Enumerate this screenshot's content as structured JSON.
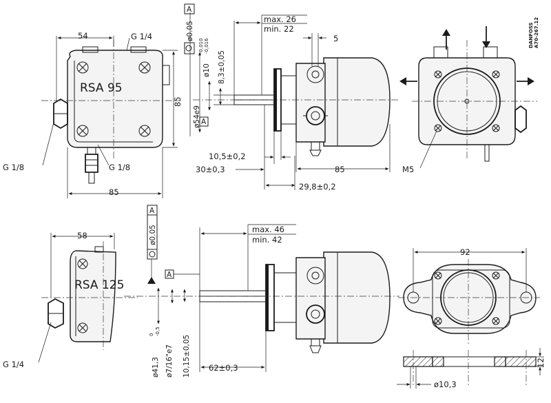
{
  "brand": {
    "name": "DANFOSS",
    "code": "A70-267.12"
  },
  "top_pump": {
    "model": "RSA  95",
    "dim_width_top": "54",
    "port_top": "G 1/4",
    "port_left": "G 1/8",
    "port_bottom": "G 1/8",
    "dim_height": "85",
    "dim_width_bottom": "85",
    "tol_frame": "ø0.05",
    "datum": "A",
    "shaft_dia": "ø54e9",
    "shaft_small_dia": "ø10",
    "shaft_small_tol_upper": "-0,010",
    "shaft_small_tol_lower": "-0,016",
    "key_dim": "8,3±0,05",
    "max_len": "max. 26",
    "min_len": "min. 22",
    "dim_5": "5",
    "dim_10_5": "10,5±0,2",
    "dim_30": "30±0,3",
    "dim_85_side": "85",
    "dim_29_8": "29,8±0,2",
    "thread_m5": "M5"
  },
  "bottom_pump": {
    "model": "RSA  125",
    "dim_width_top": "58",
    "port_left": "G 1/4",
    "tol_frame": "ø0.05",
    "datum": "A",
    "max_len": "max. 46",
    "min_len": "min. 42",
    "shaft_dia": "ø41,3",
    "shaft_dia_upper": "0",
    "shaft_dia_lower": "-0,5",
    "shaft_small_dia": "ø7/16\"e7",
    "key_dim": "10,15±0,05",
    "dim_62": "62±0,3",
    "flange_width": "92",
    "hole_dia": "ø10,3",
    "flange_thickness": "12"
  }
}
